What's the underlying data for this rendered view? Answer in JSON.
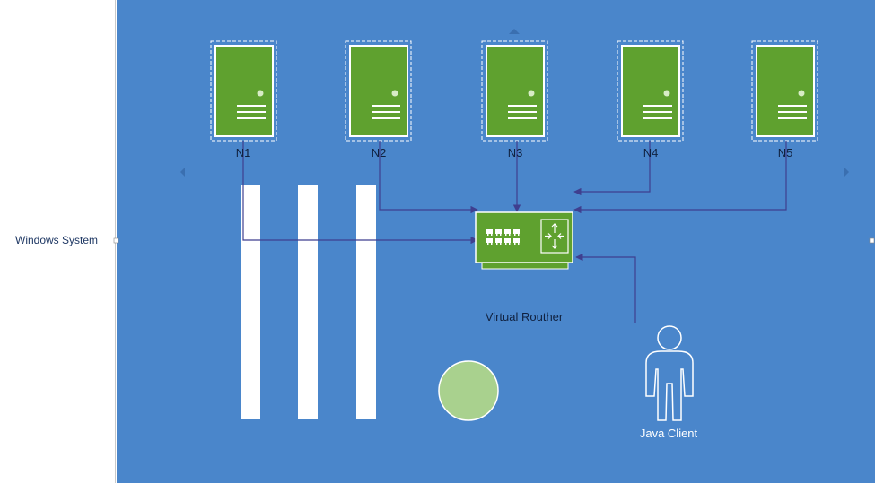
{
  "diagram": {
    "side_label": "Windows System",
    "nodes": [
      {
        "id": "n1",
        "label": "N1"
      },
      {
        "id": "n2",
        "label": "N2"
      },
      {
        "id": "n3",
        "label": "N3"
      },
      {
        "id": "n4",
        "label": "N4"
      },
      {
        "id": "n5",
        "label": "N5"
      }
    ],
    "router_label": "Virtual Routher",
    "client_label": "Java Client",
    "colors": {
      "canvas": "#4a86cb",
      "server_fill": "#5fa12f",
      "server_outline": "#ffffff",
      "connector": "#3f3f8f",
      "circle": "#a9d18e",
      "bars": "#ffffff"
    },
    "icons": [
      "server-icon",
      "router-icon",
      "person-icon",
      "circle-shape"
    ]
  }
}
